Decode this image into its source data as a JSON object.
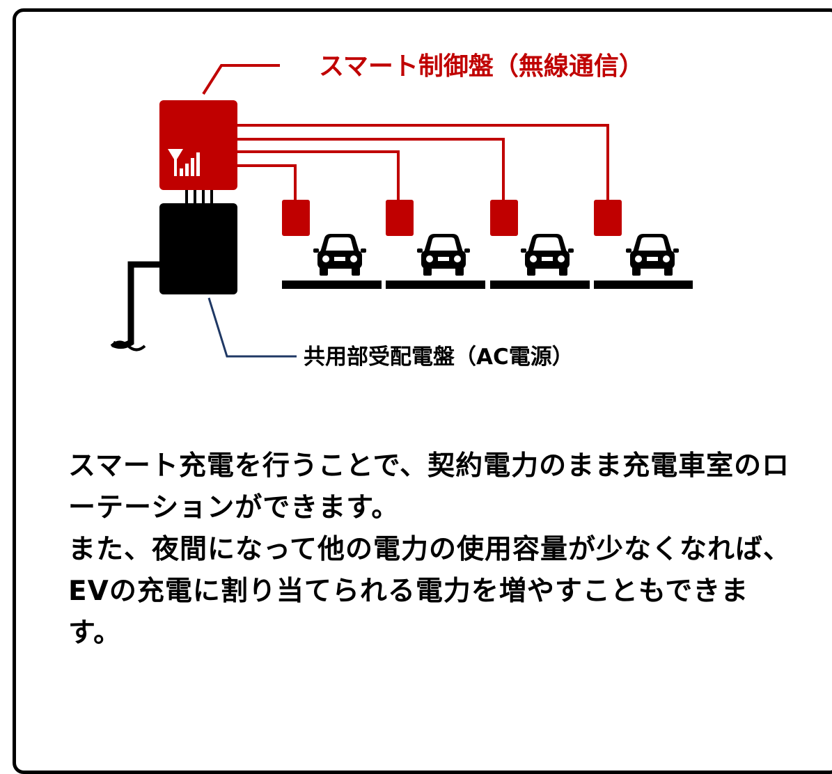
{
  "labels": {
    "smart_panel": "スマート制御盤（無線通信）",
    "ac_panel": "共用部受配電盤（AC電源）"
  },
  "description": {
    "paragraph1": "スマート充電を行うことで、契約電力のまま充電車室のローテーションができます。",
    "paragraph2": "また、夜間になって他の電力の使用容量が少なくなれば、EVの充電に割り当てられる電力を増やすこともできます。"
  },
  "colors": {
    "smart_red": "#c00000",
    "ac_line_navy": "#1f3864",
    "panel_black": "#000000",
    "text": "#000000"
  },
  "icons": {
    "antenna": "antenna-signal-icon",
    "car": "car-icon"
  }
}
